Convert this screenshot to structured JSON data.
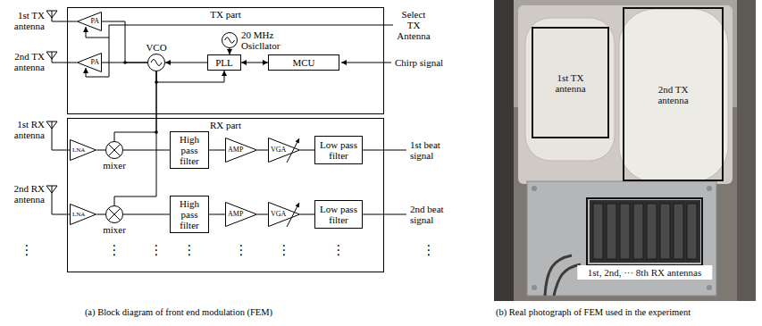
{
  "diagram": {
    "nodes": [
      {
        "text": [
          "TX part"
        ]
      },
      {
        "text": [
          "PA"
        ],
        "in": 0
      },
      {
        "text": [
          "PA"
        ],
        "in": 0
      },
      {
        "text": [
          "VCO"
        ],
        "in": 0
      },
      {
        "text": [
          "PLL"
        ],
        "in": 0
      },
      {
        "text": [
          "20 MHz Osicllator"
        ],
        "in": 0
      },
      {
        "text": [
          "MCU"
        ],
        "in": 0
      },
      {
        "text": [
          "RX part"
        ]
      },
      {
        "text": [
          "LNA"
        ],
        "in": 7
      },
      {
        "text": [
          "mixer"
        ],
        "in": 7
      },
      {
        "text": [
          "High pass filter"
        ],
        "in": 7
      },
      {
        "text": [
          "AMP"
        ],
        "in": 7
      },
      {
        "text": [
          "VGA"
        ],
        "in": 7
      },
      {
        "text": [
          "Low pass filter"
        ],
        "in": 7
      },
      {
        "text": [
          "LNA"
        ],
        "in": 7
      },
      {
        "text": [
          "mixer"
        ],
        "in": 7
      },
      {
        "text": [
          "High pass filter"
        ],
        "in": 7
      },
      {
        "text": [
          "AMP"
        ],
        "in": 7
      },
      {
        "text": [
          "VGA"
        ],
        "in": 7
      },
      {
        "text": [
          "Low pass filter"
        ],
        "in": 7
      },
      {
        "text": [
          "1st TX antenna"
        ]
      },
      {
        "text": [
          "2nd TX antenna"
        ]
      },
      {
        "text": [
          "1st, 2nd, ··· 8th RX antennas"
        ]
      }
    ],
    "edges": [
      {
        "from": 5,
        "to": 4,
        "arrow": "to"
      },
      {
        "from": 4,
        "to": 6,
        "arrow": "both"
      },
      {
        "from": 4,
        "to": 3,
        "arrow": "to"
      },
      {
        "from": 3,
        "to": 1,
        "arrow": "none"
      },
      {
        "from": 3,
        "to": 2,
        "arrow": "none"
      },
      {
        "from": 3,
        "to": 4,
        "arrow": "to"
      },
      {
        "from": 3,
        "to": 9,
        "arrow": "none"
      },
      {
        "from": 3,
        "to": 15,
        "arrow": "none"
      },
      {
        "from": 8,
        "to": 9,
        "arrow": "none"
      },
      {
        "from": 9,
        "to": 10,
        "arrow": "none"
      },
      {
        "from": 10,
        "to": 11,
        "arrow": "none"
      },
      {
        "from": 11,
        "to": 12,
        "arrow": "none"
      },
      {
        "from": 12,
        "to": 13,
        "arrow": "none"
      },
      {
        "from": 14,
        "to": 15,
        "arrow": "none"
      },
      {
        "from": 15,
        "to": 16,
        "arrow": "none"
      },
      {
        "from": 16,
        "to": 17,
        "arrow": "none"
      },
      {
        "from": 17,
        "to": 18,
        "arrow": "none"
      },
      {
        "from": 18,
        "to": 19,
        "arrow": "none"
      }
    ],
    "labels": [
      "1st TX antenna",
      "2nd TX antenna",
      "Select TX Antenna",
      "Chirp signal",
      "1st RX antenna",
      "2nd RX antenna",
      "1st beat signal",
      "2nd beat signal",
      "⋮",
      "⋮",
      "⋮",
      "⋮",
      "⋮",
      "⋮",
      "⋮",
      "⋮",
      "(a) Block diagram of front end modulation (FEM)",
      "(b) Real photograph of FEM used in the experiment"
    ]
  }
}
